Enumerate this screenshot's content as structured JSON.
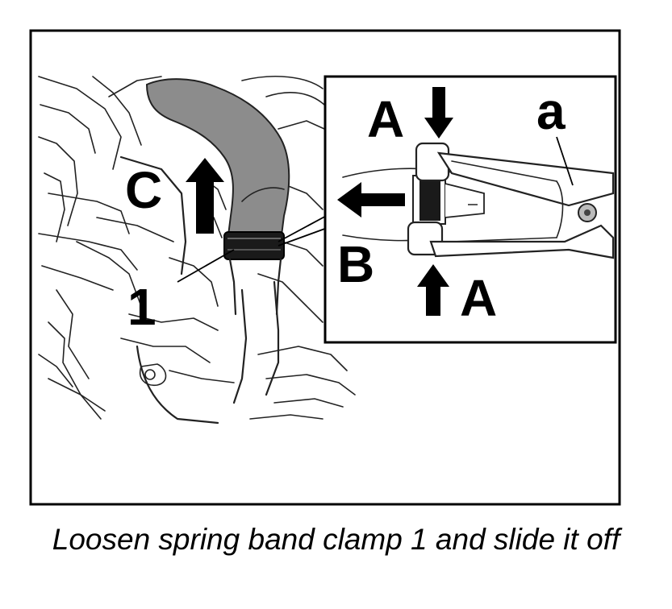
{
  "labels": {
    "c": "C",
    "one": "1",
    "a_top": "A",
    "a_bottom": "A",
    "b": "B",
    "a_small": "a"
  },
  "caption": "Loosen spring band clamp 1 and slide it off",
  "colors": {
    "hose": "#8c8c8c",
    "clamp": "#1a1a1a",
    "ink": "#000000",
    "background": "#ffffff"
  },
  "icons": {
    "arrow_c": "arrow-up-icon",
    "arrow_a_top": "arrow-down-icon",
    "arrow_a_bottom": "arrow-up-icon",
    "arrow_b": "arrow-left-icon"
  }
}
